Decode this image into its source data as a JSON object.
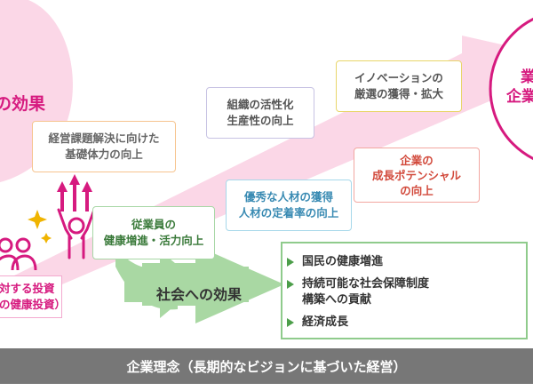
{
  "effect_title": "の効果",
  "circle_text": [
    "業",
    "企業"
  ],
  "boxes": {
    "management_issue": [
      "経営課題解決に向けた",
      "基礎体力の向上"
    ],
    "organization": [
      "組織の活性化",
      "生産性の向上"
    ],
    "innovation": [
      "イノベーションの",
      "厳選の獲得・拡大"
    ],
    "growth_potential": [
      "企業の",
      "成長ポテンシャル",
      "の向上"
    ],
    "talent": [
      "優秀な人材の獲得",
      "人材の定着率の向上"
    ],
    "employee": [
      "従業員の",
      "健康増進・活力向上"
    ]
  },
  "investment": [
    "対する投資",
    "の健康投資）"
  ],
  "social_effect_label": "社会への効果",
  "results": [
    [
      "国民の健康増進"
    ],
    [
      "持続可能な社会保障制度",
      "構築への貢献"
    ],
    [
      "経済成長"
    ]
  ],
  "footer": "企業理念（長期的なビジョンに基づいた経営）",
  "colors": {
    "accent_pink": "#d61a7f",
    "band_pink": "#fbd7e7",
    "social_arrow_green": "#a9d8a3",
    "footer_gray": "#777777"
  },
  "icons": [
    "growth-arrows-icon",
    "cheering-person-icon",
    "sparkle-icon",
    "people-group-icon"
  ]
}
